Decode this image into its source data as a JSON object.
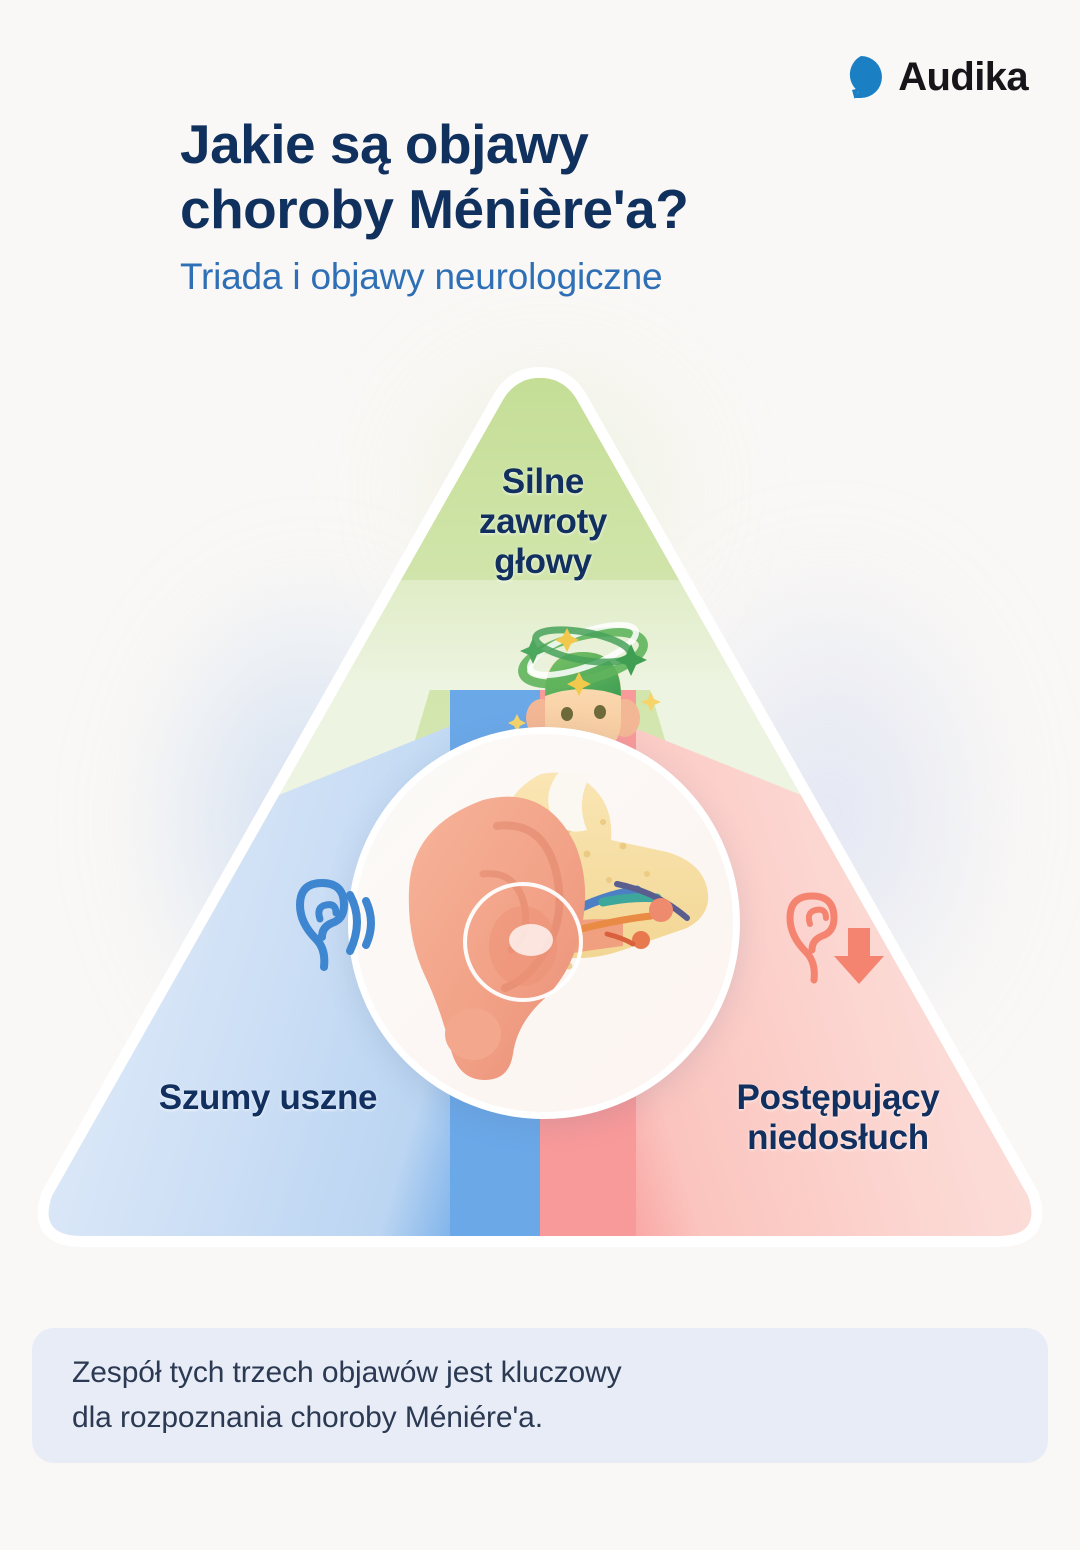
{
  "brand": {
    "name": "Audika",
    "logo_icon": "speech-bubble-icon",
    "logo_color": "#1B7FC4",
    "text_color": "#16161A"
  },
  "header": {
    "title_line1": "Jakie są objawy",
    "title_line2": "choroby Ménière'a?",
    "subtitle": "Triada i objawy neurologiczne",
    "title_color": "#10305E",
    "subtitle_color": "#2F6FB5"
  },
  "triangle": {
    "sections": [
      {
        "id": "vertigo",
        "label_line1": "Silne",
        "label_line2": "zawroty",
        "label_line3": "głowy",
        "color": "#C5DE96",
        "icon": "dizzy-face-icon",
        "position": "top"
      },
      {
        "id": "tinnitus",
        "label_line1": "Szumy uszne",
        "color": "#6BA8E8",
        "icon": "ear-sound-waves-icon",
        "position": "bottom-left"
      },
      {
        "id": "hearing-loss",
        "label_line1": "Postępujący",
        "label_line2": "niedosłuch",
        "color": "#F99A9A",
        "icon": "ear-down-arrow-icon",
        "position": "bottom-right"
      }
    ],
    "center_illustration": "ear-anatomy-cross-section-icon",
    "label_color": "#12305F"
  },
  "footnote": {
    "line1": "Zespół tych trzech objawów jest kluczowy",
    "line2": "dla rozpoznania choroby Méniére'a.",
    "background": "#E7ECF7",
    "text_color": "#2B3A52"
  },
  "page": {
    "background": "#FAF8F6"
  }
}
